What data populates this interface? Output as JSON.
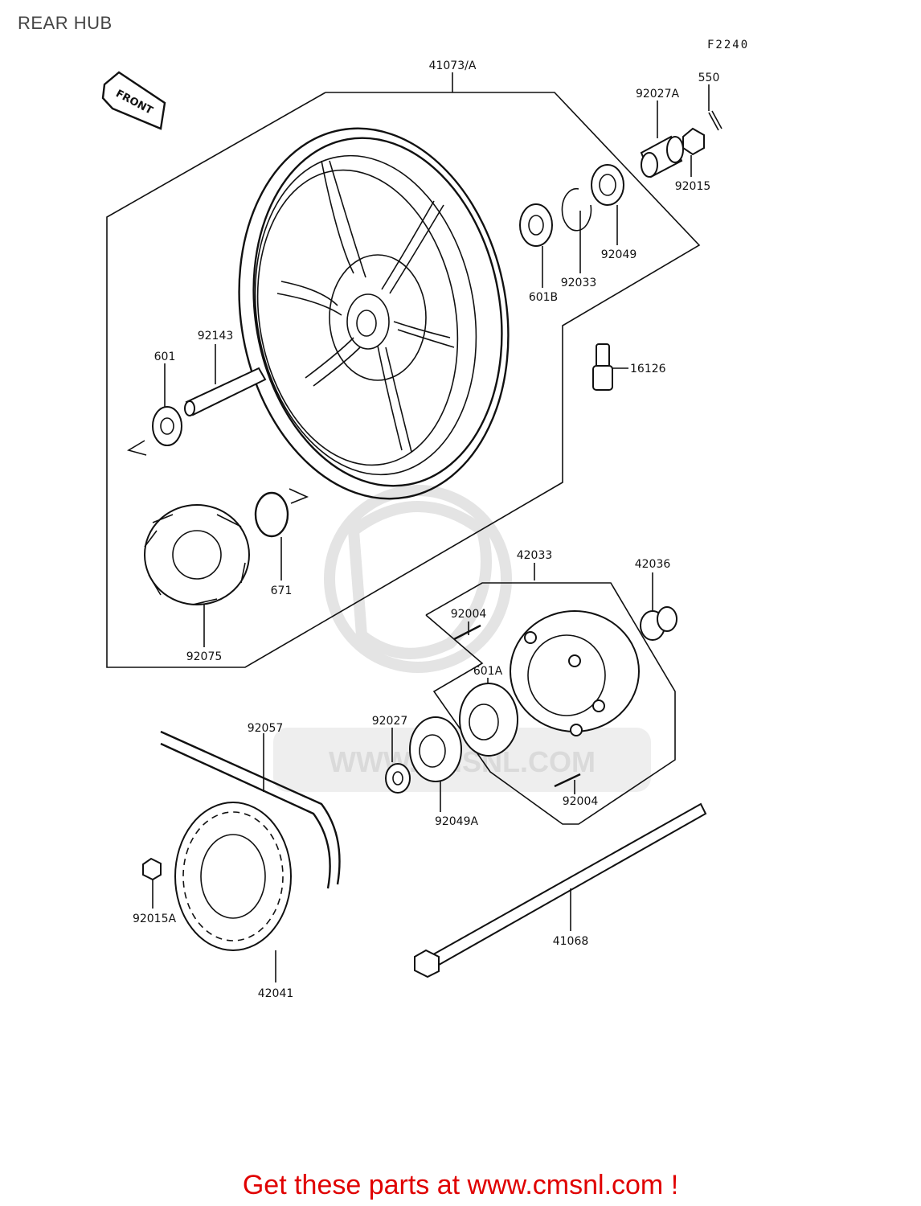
{
  "page": {
    "title": "REAR HUB",
    "figure_code": "F2240",
    "front_marker": "FRONT",
    "watermark": "WWW.CMSNL.COM",
    "call_to_action": "Get these parts at www.cmsnl.com !"
  },
  "parts": [
    {
      "id": "p-41073a",
      "number": "41073/A"
    },
    {
      "id": "p-92027a",
      "number": "92027A"
    },
    {
      "id": "p-550",
      "number": "550"
    },
    {
      "id": "p-92015",
      "number": "92015"
    },
    {
      "id": "p-92049",
      "number": "92049"
    },
    {
      "id": "p-92033",
      "number": "92033"
    },
    {
      "id": "p-601b",
      "number": "601B"
    },
    {
      "id": "p-16126",
      "number": "16126"
    },
    {
      "id": "p-92143",
      "number": "92143"
    },
    {
      "id": "p-601",
      "number": "601"
    },
    {
      "id": "p-671",
      "number": "671"
    },
    {
      "id": "p-92075",
      "number": "92075"
    },
    {
      "id": "p-42033",
      "number": "42033"
    },
    {
      "id": "p-42036",
      "number": "42036"
    },
    {
      "id": "p-92004-top",
      "number": "92004"
    },
    {
      "id": "p-601a",
      "number": "601A"
    },
    {
      "id": "p-92027",
      "number": "92027"
    },
    {
      "id": "p-92057",
      "number": "92057"
    },
    {
      "id": "p-92049a",
      "number": "92049A"
    },
    {
      "id": "p-92004-bottom",
      "number": "92004"
    },
    {
      "id": "p-92015a",
      "number": "92015A"
    },
    {
      "id": "p-41068",
      "number": "41068"
    },
    {
      "id": "p-42041",
      "number": "42041"
    }
  ]
}
